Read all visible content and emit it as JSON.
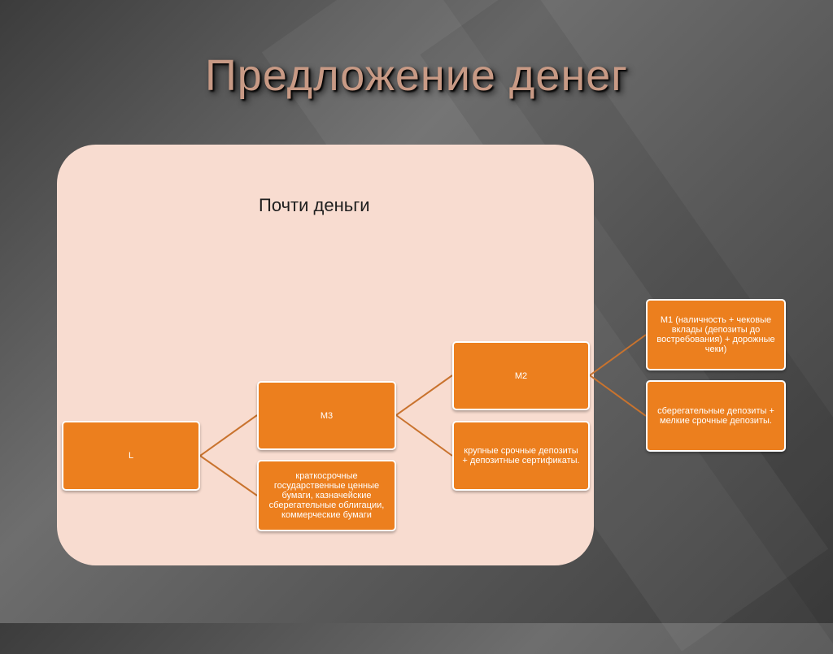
{
  "slide": {
    "title": "Предложение денег",
    "heading": "Почти деньги"
  },
  "diagram": {
    "nodes": {
      "l": "L",
      "m3": "M3",
      "short_term": "краткосрочные государственные ценные бумаги, казначейские сберегательные облигации, коммерческие бумаги",
      "m2": "M2",
      "large_deposits": "крупные срочные депозиты + депозитные сертификаты.",
      "m1": "M1 (наличность + чековые вклады (депозиты до востребования) + дорожные чеки)",
      "savings": "сберегательные депозиты + мелкие срочные депозиты."
    }
  },
  "colors": {
    "node_fill": "#ec7f1e",
    "node_border": "#ffffff",
    "connector": "#c9732e",
    "panel": "#f8dcd0",
    "title": "#c89a85"
  }
}
